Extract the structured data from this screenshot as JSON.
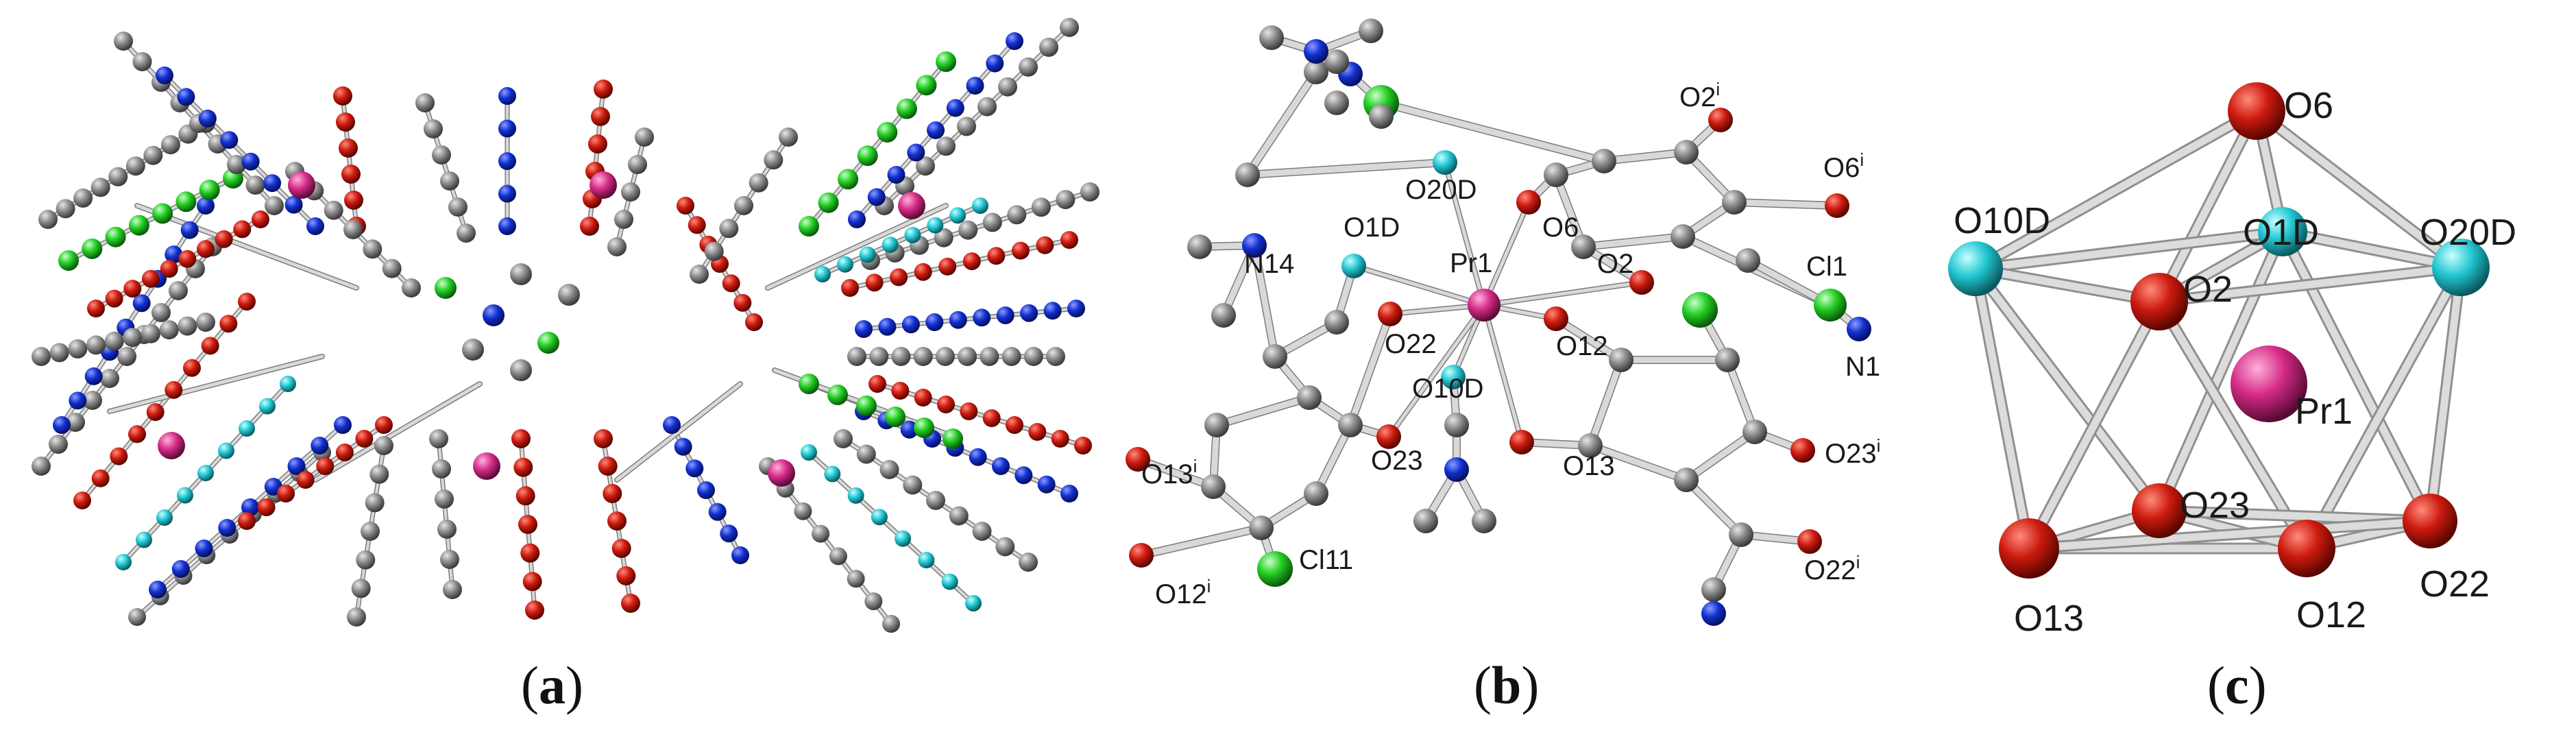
{
  "colors": {
    "carbon": "#8a8a8a",
    "oxygen": "#cc1a0f",
    "nitrogen": "#1230d0",
    "chlorine": "#22cc22",
    "dmf_oxygen": "#22c6d2",
    "praseodymium": "#d42a86",
    "bond": "#cfcfcf"
  },
  "panels": {
    "a": {
      "label": "a"
    },
    "b": {
      "label": "b",
      "atoms": {
        "N14": "N14",
        "O1D": "O1D",
        "O20D": "O20D",
        "O6": "O6",
        "O2i": "O2",
        "O6i": "O6",
        "Pr1": "Pr1",
        "O2": "O2",
        "Cl1": "Cl1",
        "N1": "N1",
        "O22": "O22",
        "O12": "O12",
        "O10D": "O10D",
        "O23": "O23",
        "O13": "O13",
        "O23i": "O23",
        "O13i": "O13",
        "O12i": "O12",
        "O22i": "O22",
        "Cl11": "Cl11"
      },
      "superscript": "i"
    },
    "c": {
      "label": "c",
      "atoms": {
        "O6": "O6",
        "O10D": "O10D",
        "O1D": "O1D",
        "O20D": "O20D",
        "O2": "O2",
        "Pr1": "Pr1",
        "O23": "O23",
        "O13": "O13",
        "O12": "O12",
        "O22": "O22"
      }
    }
  }
}
